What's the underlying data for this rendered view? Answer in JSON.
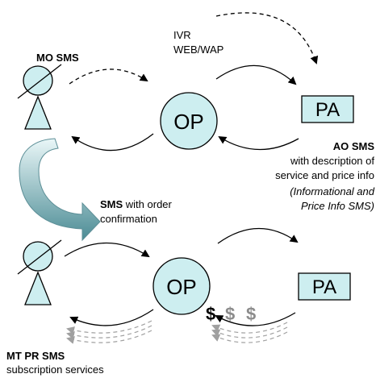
{
  "labels": {
    "mo_sms": "MO SMS",
    "ivr": "IVR",
    "webwap": "WEB/WAP",
    "op_top": "OP",
    "pa_top": "PA",
    "ao_sms": "AO SMS",
    "ao_desc_1": "with description of",
    "ao_desc_2": "service and price info",
    "ao_italic_1": "(Informational and",
    "ao_italic_2": "Price Info SMS)",
    "sms_bold": "SMS",
    "sms_rest": " with order",
    "sms_line2": "confirmation",
    "op_bottom": "OP",
    "pa_bottom": "PA",
    "dollar_1": "$",
    "dollar_2": "$",
    "dollar_3": "$",
    "mt_pr_sms": "MT PR SMS",
    "subscription": "subscription services"
  },
  "colors": {
    "node_fill": "#cdeef0",
    "stroke": "#000000",
    "dollar_grey": "#8c8c8c",
    "dashed_grey": "#a0a0a0",
    "curved_arrow_top": "#eaf7f8",
    "curved_arrow_bottom": "#4c8c95"
  },
  "icons": {
    "user_top": "person-icon",
    "user_bottom": "person-icon",
    "big_arrow": "curved-down-arrow-icon"
  }
}
